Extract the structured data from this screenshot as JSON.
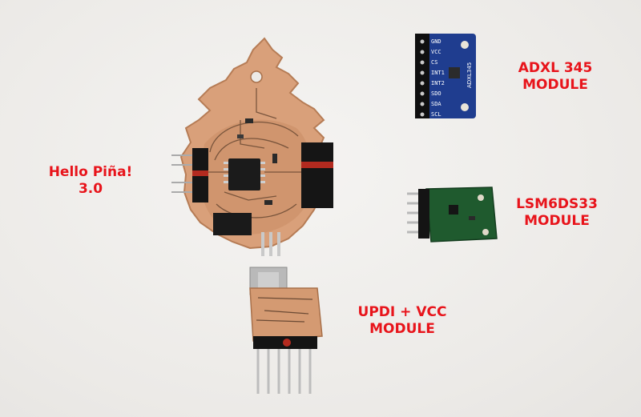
{
  "labels": {
    "hello_pina": {
      "line1": "Hello Piña!",
      "line2": "3.0"
    },
    "adxl": {
      "line1": "ADXL 345",
      "line2": "MODULE"
    },
    "lsm": {
      "line1": "LSM6DS33",
      "line2": "MODULE"
    },
    "updi": {
      "line1": "UPDI + VCC",
      "line2": "MODULE"
    }
  },
  "adxl_pins": [
    "GND",
    "VCC",
    "CS",
    "INT1",
    "INT2",
    "SDO",
    "SDA",
    "SCL"
  ],
  "adxl_chip_text": "ADXL345",
  "colors": {
    "label_red": "#e8141b",
    "copper": "#d9a07a",
    "adxl_board": "#1f3d8f",
    "lsm_board": "#1f5a2e"
  }
}
